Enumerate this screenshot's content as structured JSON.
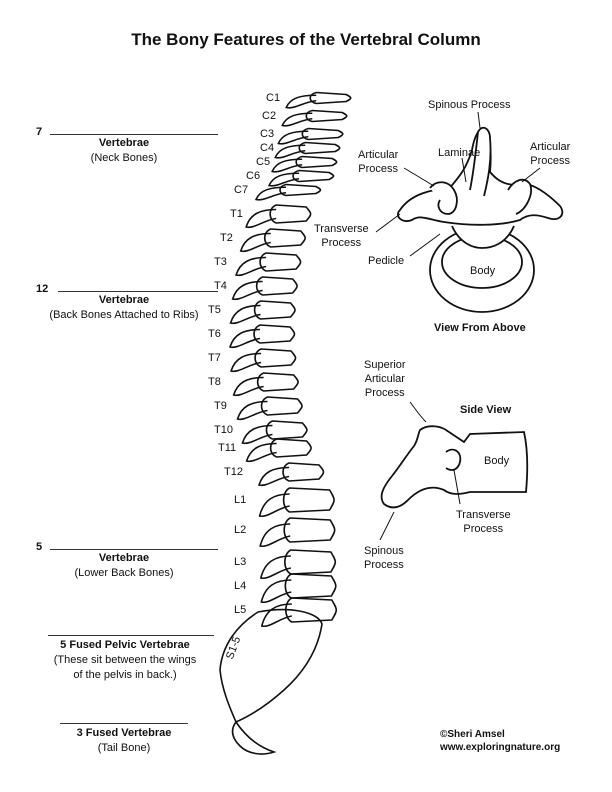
{
  "title": "The Bony Features of the Vertebral Column",
  "left_labels": [
    {
      "num": "7",
      "name": "Vertebrae",
      "desc": "(Neck Bones)"
    },
    {
      "num": "12",
      "name": "Vertebrae",
      "desc": "(Back Bones Attached to Ribs)"
    },
    {
      "num": "5",
      "name": "Vertebrae",
      "desc": "(Lower Back Bones)"
    }
  ],
  "pelvic": {
    "name": "5 Fused Pelvic Vertebrae",
    "desc1": "(These sit between the wings",
    "desc2": "of the pelvis in back.)"
  },
  "tail": {
    "name": "3 Fused Vertebrae",
    "desc": "(Tail Bone)"
  },
  "spine_labels": [
    "C1",
    "C2",
    "C3",
    "C4",
    "C5",
    "C6",
    "C7",
    "T1",
    "T2",
    "T3",
    "T4",
    "T5",
    "T6",
    "T7",
    "T8",
    "T9",
    "T10",
    "T11",
    "T12",
    "L1",
    "L2",
    "L3",
    "L4",
    "L5",
    "S1-5"
  ],
  "top_view": {
    "spinous": "Spinous Process",
    "laminae": "Laminae",
    "articular_left_1": "Articular",
    "articular_left_2": "Process",
    "articular_right_1": "Articular",
    "articular_right_2": "Process",
    "transverse_1": "Transverse",
    "transverse_2": "Process",
    "pedicle": "Pedicle",
    "body": "Body",
    "caption": "View From Above"
  },
  "side_view": {
    "superior_1": "Superior",
    "superior_2": "Articular",
    "superior_3": "Process",
    "caption": "Side View",
    "body": "Body",
    "transverse_1": "Transverse",
    "transverse_2": "Process",
    "spinous_1": "Spinous",
    "spinous_2": "Process"
  },
  "credit": {
    "line1": "©Sheri Amsel",
    "line2": "www.exploringnature.org"
  }
}
